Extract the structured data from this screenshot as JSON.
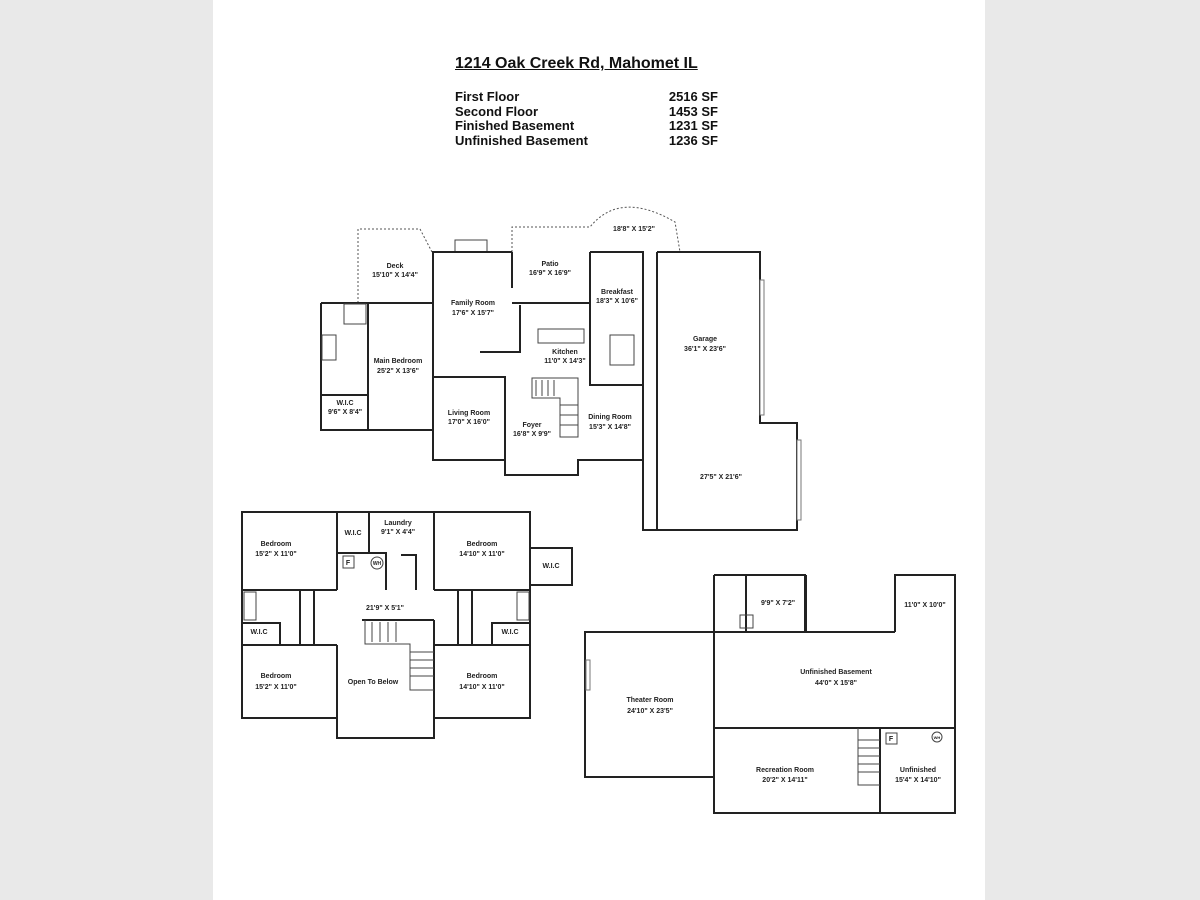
{
  "header": {
    "title": "1214 Oak Creek Rd, Mahomet IL",
    "stats": [
      {
        "label": "First Floor",
        "value": "2516 SF"
      },
      {
        "label": "Second Floor",
        "value": "1453 SF"
      },
      {
        "label": "Finished Basement",
        "value": "1231 SF"
      },
      {
        "label": "Unfinished Basement",
        "value": "1236 SF"
      }
    ]
  },
  "first_floor": {
    "rooms": [
      {
        "name": "Deck",
        "size": "15'10\" X 14'4\""
      },
      {
        "name": "Patio",
        "size": "16'9\" X 16'9\""
      },
      {
        "name": "",
        "size": "18'8\" X 15'2\""
      },
      {
        "name": "Family Room",
        "size": "17'6\" X 15'7\""
      },
      {
        "name": "Breakfast",
        "size": "18'3\" X 10'6\""
      },
      {
        "name": "Kitchen",
        "size": "11'0\" X 14'3\""
      },
      {
        "name": "Main Bedroom",
        "size": "25'2\" X 13'6\""
      },
      {
        "name": "W.I.C",
        "size": "9'6\" X 8'4\""
      },
      {
        "name": "Living Room",
        "size": "17'0\" X 16'0\""
      },
      {
        "name": "Foyer",
        "size": "16'8\" X 9'9\""
      },
      {
        "name": "Dining Room",
        "size": "15'3\" X 14'8\""
      },
      {
        "name": "Garage",
        "size": "36'1\" X 23'6\""
      },
      {
        "name": "",
        "size": "27'5\" X 21'6\""
      }
    ]
  },
  "second_floor": {
    "rooms": [
      {
        "name": "Bedroom",
        "size": "15'2\" X 11'0\""
      },
      {
        "name": "W.I.C",
        "size": ""
      },
      {
        "name": "Laundry",
        "size": "9'1\" X 4'4\""
      },
      {
        "name": "Bedroom",
        "size": "14'10\" X 11'0\""
      },
      {
        "name": "W.I.C",
        "size": ""
      },
      {
        "name": "",
        "size": "21'9\" X 5'1\""
      },
      {
        "name": "W.I.C",
        "size": ""
      },
      {
        "name": "W.I.C",
        "size": ""
      },
      {
        "name": "Bedroom",
        "size": "15'2\" X 11'0\""
      },
      {
        "name": "Open To Below",
        "size": ""
      },
      {
        "name": "Bedroom",
        "size": "14'10\" X 11'0\""
      }
    ],
    "fixture_labels": [
      "F",
      "WH"
    ]
  },
  "basement": {
    "rooms": [
      {
        "name": "",
        "size": "9'9\" X 7'2\""
      },
      {
        "name": "",
        "size": "11'0\" X 10'0\""
      },
      {
        "name": "Unfinished Basement",
        "size": "44'0\" X 15'8\""
      },
      {
        "name": "Theater Room",
        "size": "24'10\" X 23'5\""
      },
      {
        "name": "Recreation Room",
        "size": "20'2\" X 14'11\""
      },
      {
        "name": "Unfinished",
        "size": "15'4\" X 14'10\""
      }
    ],
    "fixture_labels": [
      "F",
      "WH"
    ]
  }
}
